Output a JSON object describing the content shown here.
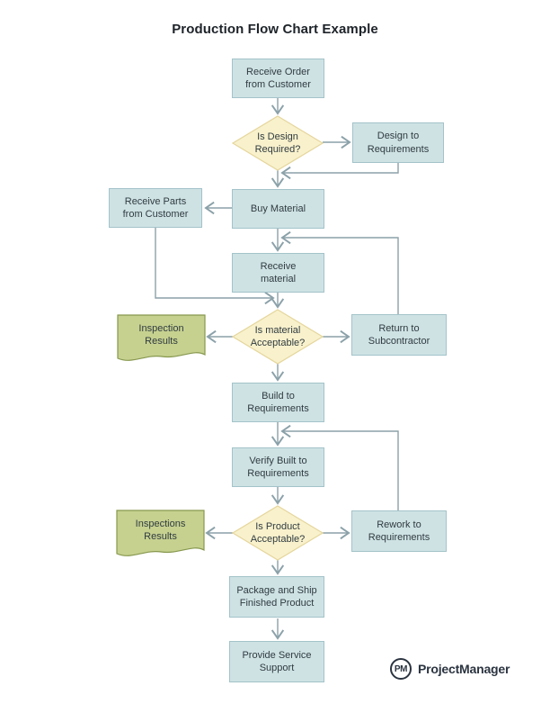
{
  "title": "Production Flow Chart Example",
  "colors": {
    "process_fill": "#cee2e4",
    "process_border": "#a3c3c9",
    "decision_fill": "#f8f1cc",
    "decision_border": "#e5d69c",
    "document_fill": "#c6d190",
    "document_border": "#87984e",
    "connector": "#8ba1a9",
    "node_text": "#303b40",
    "title_text": "#1d2329",
    "brand_color": "#2b3440",
    "background": "#ffffff"
  },
  "nodes": {
    "receive_order": {
      "type": "process",
      "label": "Receive Order\nfrom Customer"
    },
    "is_design_required": {
      "type": "decision",
      "label": "Is Design\nRequired?"
    },
    "design_to_requirements": {
      "type": "process",
      "label": "Design to\nRequirements"
    },
    "buy_material": {
      "type": "process",
      "label": "Buy Material"
    },
    "receive_parts": {
      "type": "process",
      "label": "Receive Parts\nfrom Customer"
    },
    "receive_material": {
      "type": "process",
      "label": "Receive\nmaterial"
    },
    "is_material_acceptable": {
      "type": "decision",
      "label": "Is material\nAcceptable?"
    },
    "inspection_results": {
      "type": "document",
      "label": "Inspection\nResults"
    },
    "return_to_subcontractor": {
      "type": "process",
      "label": "Return to\nSubcontractor"
    },
    "build_to_requirements": {
      "type": "process",
      "label": "Build to\nRequirements"
    },
    "verify_built_to_requirements": {
      "type": "process",
      "label": "Verify Built to\nRequirements"
    },
    "is_product_acceptable": {
      "type": "decision",
      "label": "Is Product\nAcceptable?"
    },
    "inspections_results": {
      "type": "document",
      "label": "Inspections\nResults"
    },
    "rework_to_requirements": {
      "type": "process",
      "label": "Rework to\nRequirements"
    },
    "package_and_ship": {
      "type": "process",
      "label": "Package and Ship\nFinished Product"
    },
    "provide_service_support": {
      "type": "process",
      "label": "Provide Service\nSupport"
    }
  },
  "brand": {
    "monogram": "PM",
    "name": "ProjectManager"
  }
}
